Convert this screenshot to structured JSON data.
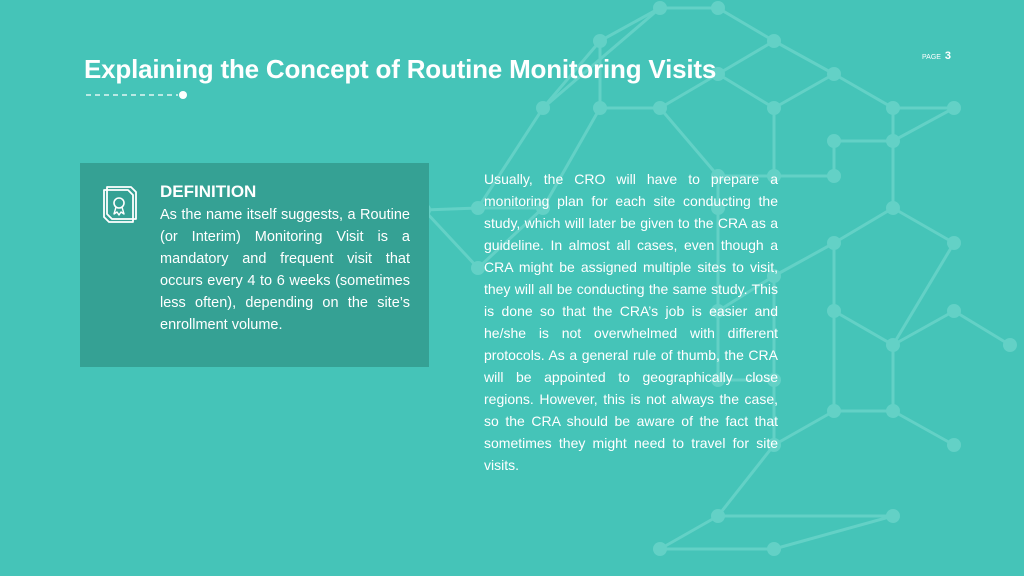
{
  "header": {
    "title": "Explaining the Concept of Routine Monitoring Visits",
    "page_label": "PAGE",
    "page_number": "3"
  },
  "definition": {
    "icon": "certificate-icon",
    "heading": "DEFINITION",
    "body": "As the name itself suggests, a Routine (or Interim) Monitoring Visit is a mandatory and frequent visit that occurs every 4 to 6 weeks (sometimes less often), depending on the site’s enrollment volume."
  },
  "main": {
    "body": "Usually, the CRO will have to prepare a monitoring plan for each site conducting the study, which will later be given to the CRA as a guideline. In almost all cases, even though a CRA might be assigned multiple sites to visit, they will all be conducting the same study. This is done so that the CRA’s job is easier and he/she is not overwhelmed with different protocols. As a general rule of thumb, the CRA will be appointed to geographically close regions. However, this is not always the case, so the CRA should be aware of the fact that sometimes they might need to travel for site visits."
  },
  "colors": {
    "background": "#45c4b8",
    "card": "#35a194",
    "network": "#63d1c6",
    "text": "#ffffff"
  }
}
